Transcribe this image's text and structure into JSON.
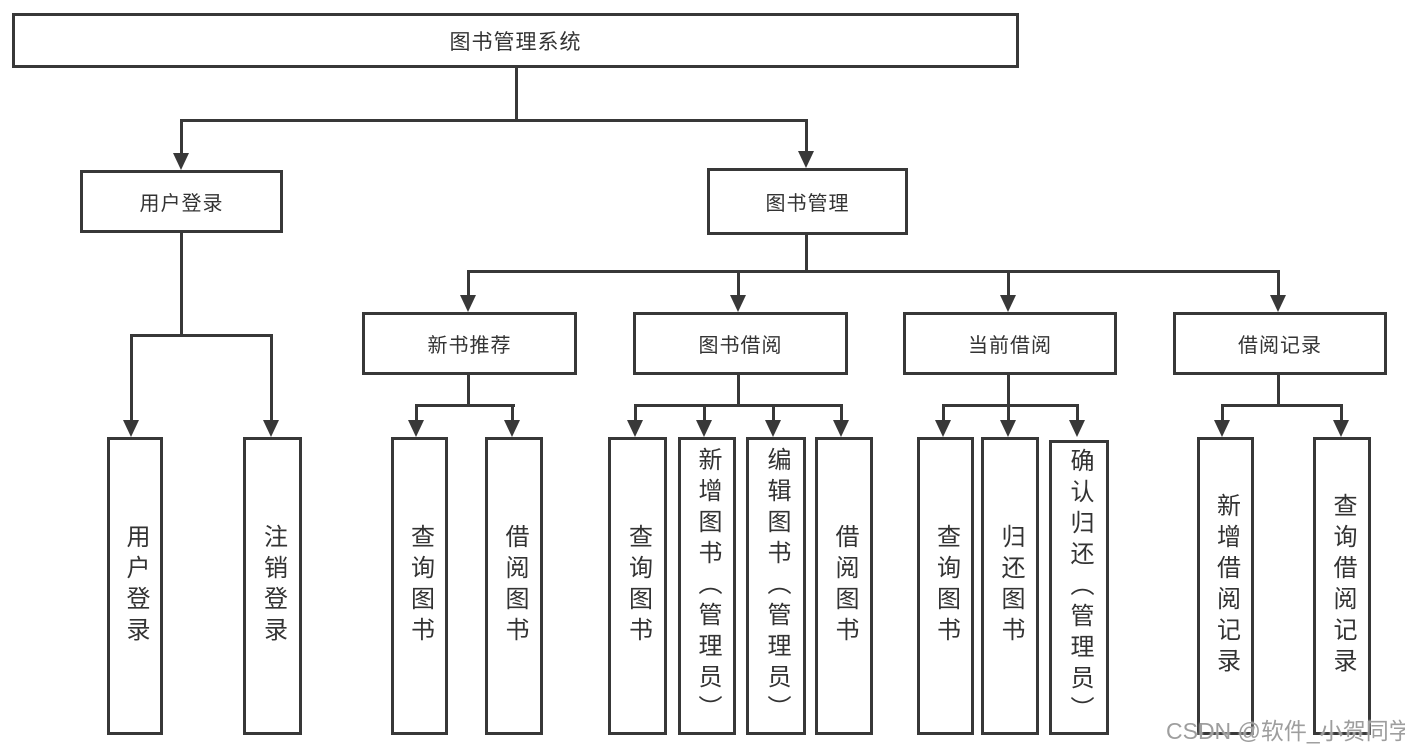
{
  "diagram": {
    "root": {
      "label": "图书管理系统"
    },
    "level2": {
      "user_login": {
        "label": "用户登录"
      },
      "book_management": {
        "label": "图书管理"
      }
    },
    "level3": {
      "new_book_recommend": {
        "label": "新书推荐"
      },
      "book_borrow": {
        "label": "图书借阅"
      },
      "current_borrow": {
        "label": "当前借阅"
      },
      "borrow_record": {
        "label": "借阅记录"
      }
    },
    "level4": {
      "user_login_action": {
        "label": "用户登录"
      },
      "logout_action": {
        "label": "注销登录"
      },
      "recommend_query_books": {
        "label": "查询图书"
      },
      "recommend_borrow_books": {
        "label": "借阅图书"
      },
      "borrow_query_books": {
        "label": "查询图书"
      },
      "borrow_add_books": {
        "label": "新增图书（管理员）"
      },
      "borrow_edit_books": {
        "label": "编辑图书（管理员）"
      },
      "borrow_borrow_books": {
        "label": "借阅图书"
      },
      "current_query_books": {
        "label": "查询图书"
      },
      "current_return_books": {
        "label": "归还图书"
      },
      "current_confirm_return": {
        "label": "确认归还（管理员）"
      },
      "record_add_record": {
        "label": "新增借阅记录"
      },
      "record_query_record": {
        "label": "查询借阅记录"
      }
    }
  },
  "watermark": {
    "text": "CSDN @软件_小贺同学"
  },
  "colors": {
    "line": "#383838",
    "text": "#333333",
    "watermark": "#9e9e9e",
    "background": "#ffffff"
  }
}
